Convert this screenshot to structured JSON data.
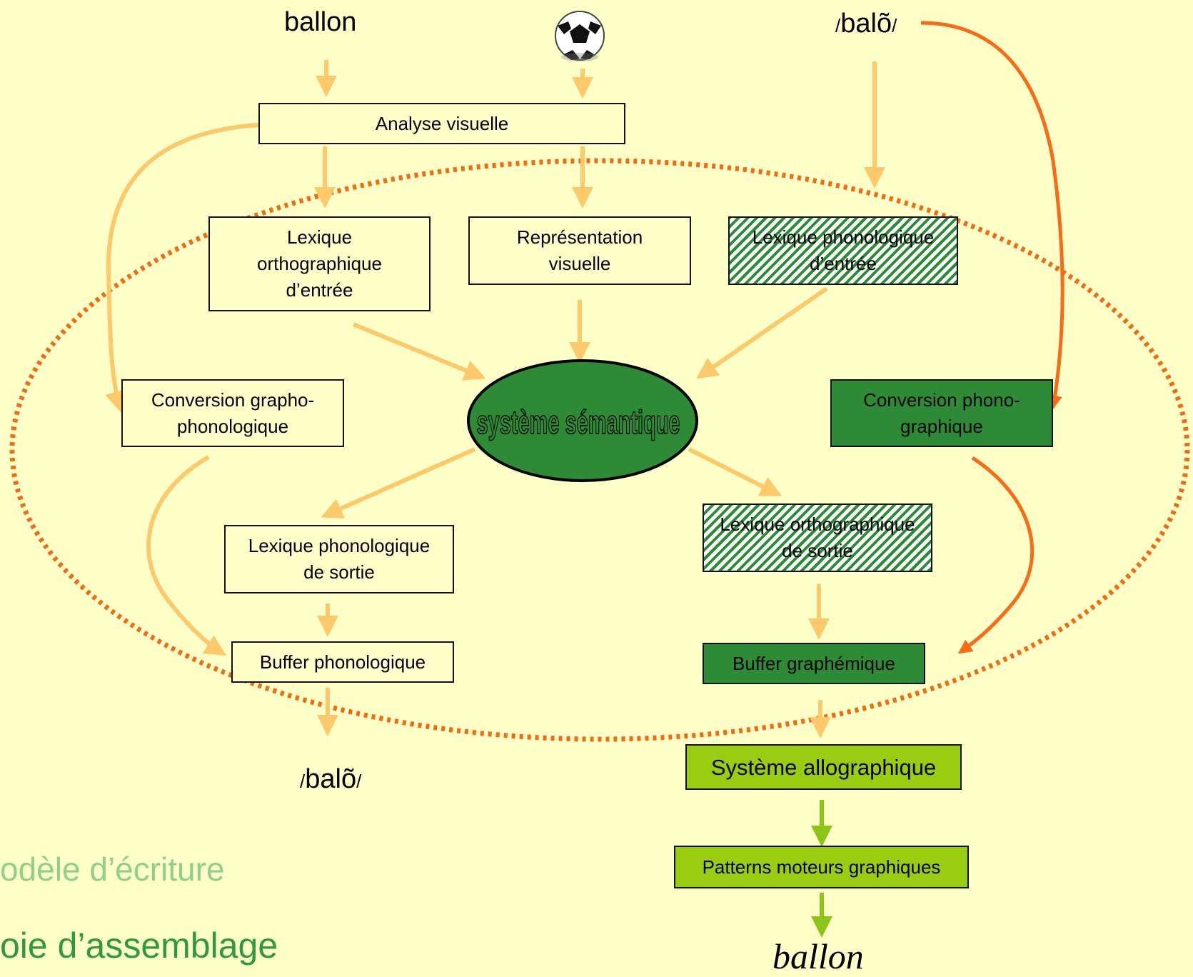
{
  "inputs": {
    "word": "ballon",
    "phon_prefix": "/",
    "phon_word": "balõ",
    "phon_suffix": "/"
  },
  "nodes": {
    "analyse_visuelle": "Analyse visuelle",
    "lexique_ortho_entree": "Lexique\northographique\nd’entrée",
    "representation_visuelle": "Représentation\nvisuelle",
    "lexique_phono_entree": "Lexique phonologique\nd’entrée",
    "systeme_semantique": "système sémantique",
    "conversion_grapho": "Conversion grapho-\nphonologique",
    "conversion_phono": "Conversion phono-\ngraphique",
    "lexique_phono_sortie": "Lexique phonologique\nde sortie",
    "lexique_ortho_sortie": "Lexique orthographique\nde sortie",
    "buffer_phonologique": "Buffer phonologique",
    "buffer_graphemique": "Buffer graphémique",
    "systeme_allographique": "Système allographique",
    "patterns_moteurs": "Patterns moteurs graphiques"
  },
  "outputs": {
    "phon_prefix": "/",
    "phon_word": "balõ",
    "phon_suffix": "/",
    "written_word": "ballon"
  },
  "footer": {
    "line1": "odèle d’écriture",
    "line2": "oie d’assemblage"
  },
  "colors": {
    "background": "#ffffc8",
    "arrow_light": "#fdc96a",
    "arrow_orange": "#fb6a14",
    "dotted_ellipse": "#f26b12",
    "dark_green": "#2e8b35",
    "lime_green": "#9acd12",
    "footer_line1": "#8fd08a",
    "footer_line2": "#2f9a3a"
  },
  "icons": {
    "ball": "soccer-ball-icon"
  }
}
